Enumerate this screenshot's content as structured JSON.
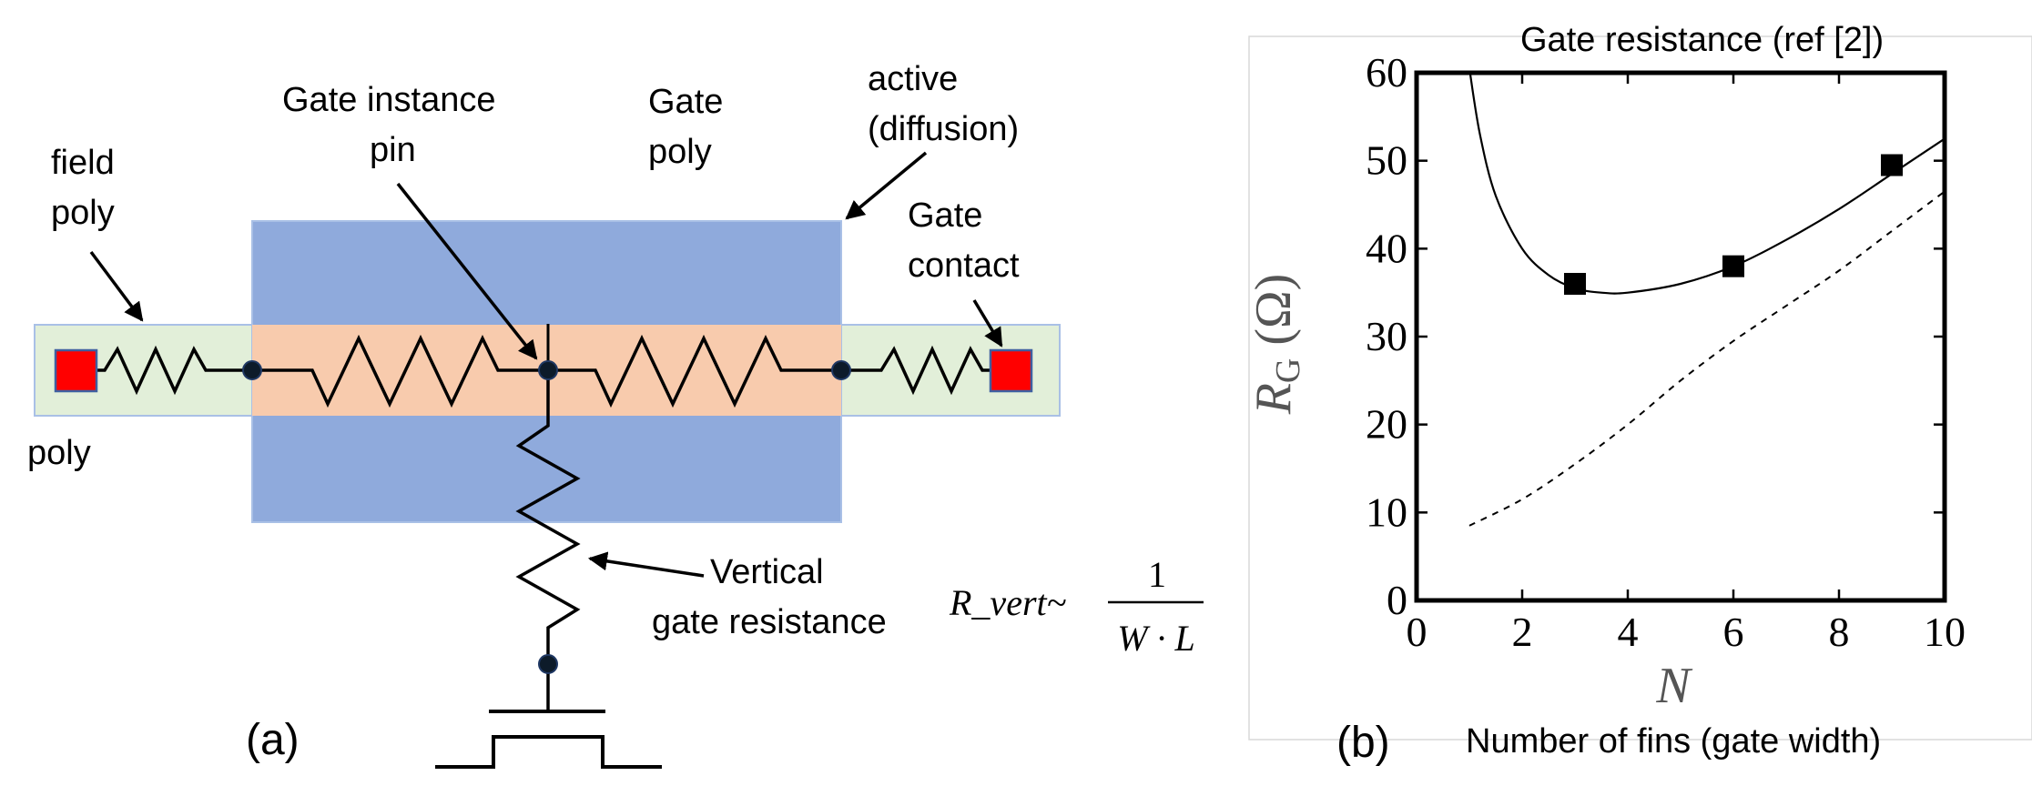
{
  "panel_a": {
    "labels": {
      "field_poly_1": "field",
      "field_poly_2": "poly",
      "poly": "poly",
      "gate_instance_pin_1": "Gate instance",
      "gate_instance_pin_2": "pin",
      "gate_poly_1": "Gate",
      "gate_poly_2": "poly",
      "active_1": "active",
      "active_2": "(diffusion)",
      "gate_contact_1": "Gate",
      "gate_contact_2": "contact",
      "vertical_1": "Vertical",
      "vertical_2": "gate resistance",
      "panel_tag": "(a)"
    },
    "formula": {
      "lhs": "R_vert~",
      "numerator": "1",
      "denominator": "W · L"
    },
    "colors": {
      "field_poly": "#e2efd9",
      "active": "#8faadc",
      "gate_poly": "#f8cbad",
      "contact": "#ff0000",
      "node": "#0d1b2a"
    }
  },
  "panel_b": {
    "title": "Gate resistance (ref [2])",
    "xname": "Number of fins (gate width)",
    "panel_tag": "(b)"
  },
  "chart_data": {
    "type": "line",
    "title": "Gate resistance (ref [2])",
    "xlabel": "N",
    "ylabel": "R_G (Ω)",
    "ylabel_main": "R",
    "ylabel_sub": "G",
    "ylabel_unit": "(Ω)",
    "xlim": [
      0,
      10
    ],
    "ylim": [
      0,
      60
    ],
    "xticks": [
      0,
      2,
      4,
      6,
      8,
      10
    ],
    "yticks": [
      0,
      10,
      20,
      30,
      40,
      50,
      60
    ],
    "grid": false,
    "series": [
      {
        "style": "solid",
        "x": [
          1.0,
          1.2,
          1.5,
          2.0,
          2.5,
          3.0,
          3.5,
          4.0,
          5.0,
          6.0,
          7.0,
          8.0,
          9.0,
          10.0
        ],
        "y": [
          60.5,
          53.0,
          46.0,
          40.0,
          37.0,
          35.5,
          35.0,
          35.0,
          36.0,
          38.0,
          41.0,
          44.5,
          48.5,
          52.5
        ]
      },
      {
        "style": "dashed",
        "x": [
          1.0,
          2.0,
          3.0,
          4.0,
          5.0,
          6.0,
          7.0,
          8.0,
          9.0,
          10.0
        ],
        "y": [
          8.5,
          11.5,
          15.5,
          20.0,
          25.0,
          29.5,
          33.5,
          37.5,
          42.0,
          46.5
        ]
      },
      {
        "style": "markers",
        "x": [
          3,
          6,
          9
        ],
        "y": [
          36,
          38,
          49.5
        ]
      }
    ]
  }
}
